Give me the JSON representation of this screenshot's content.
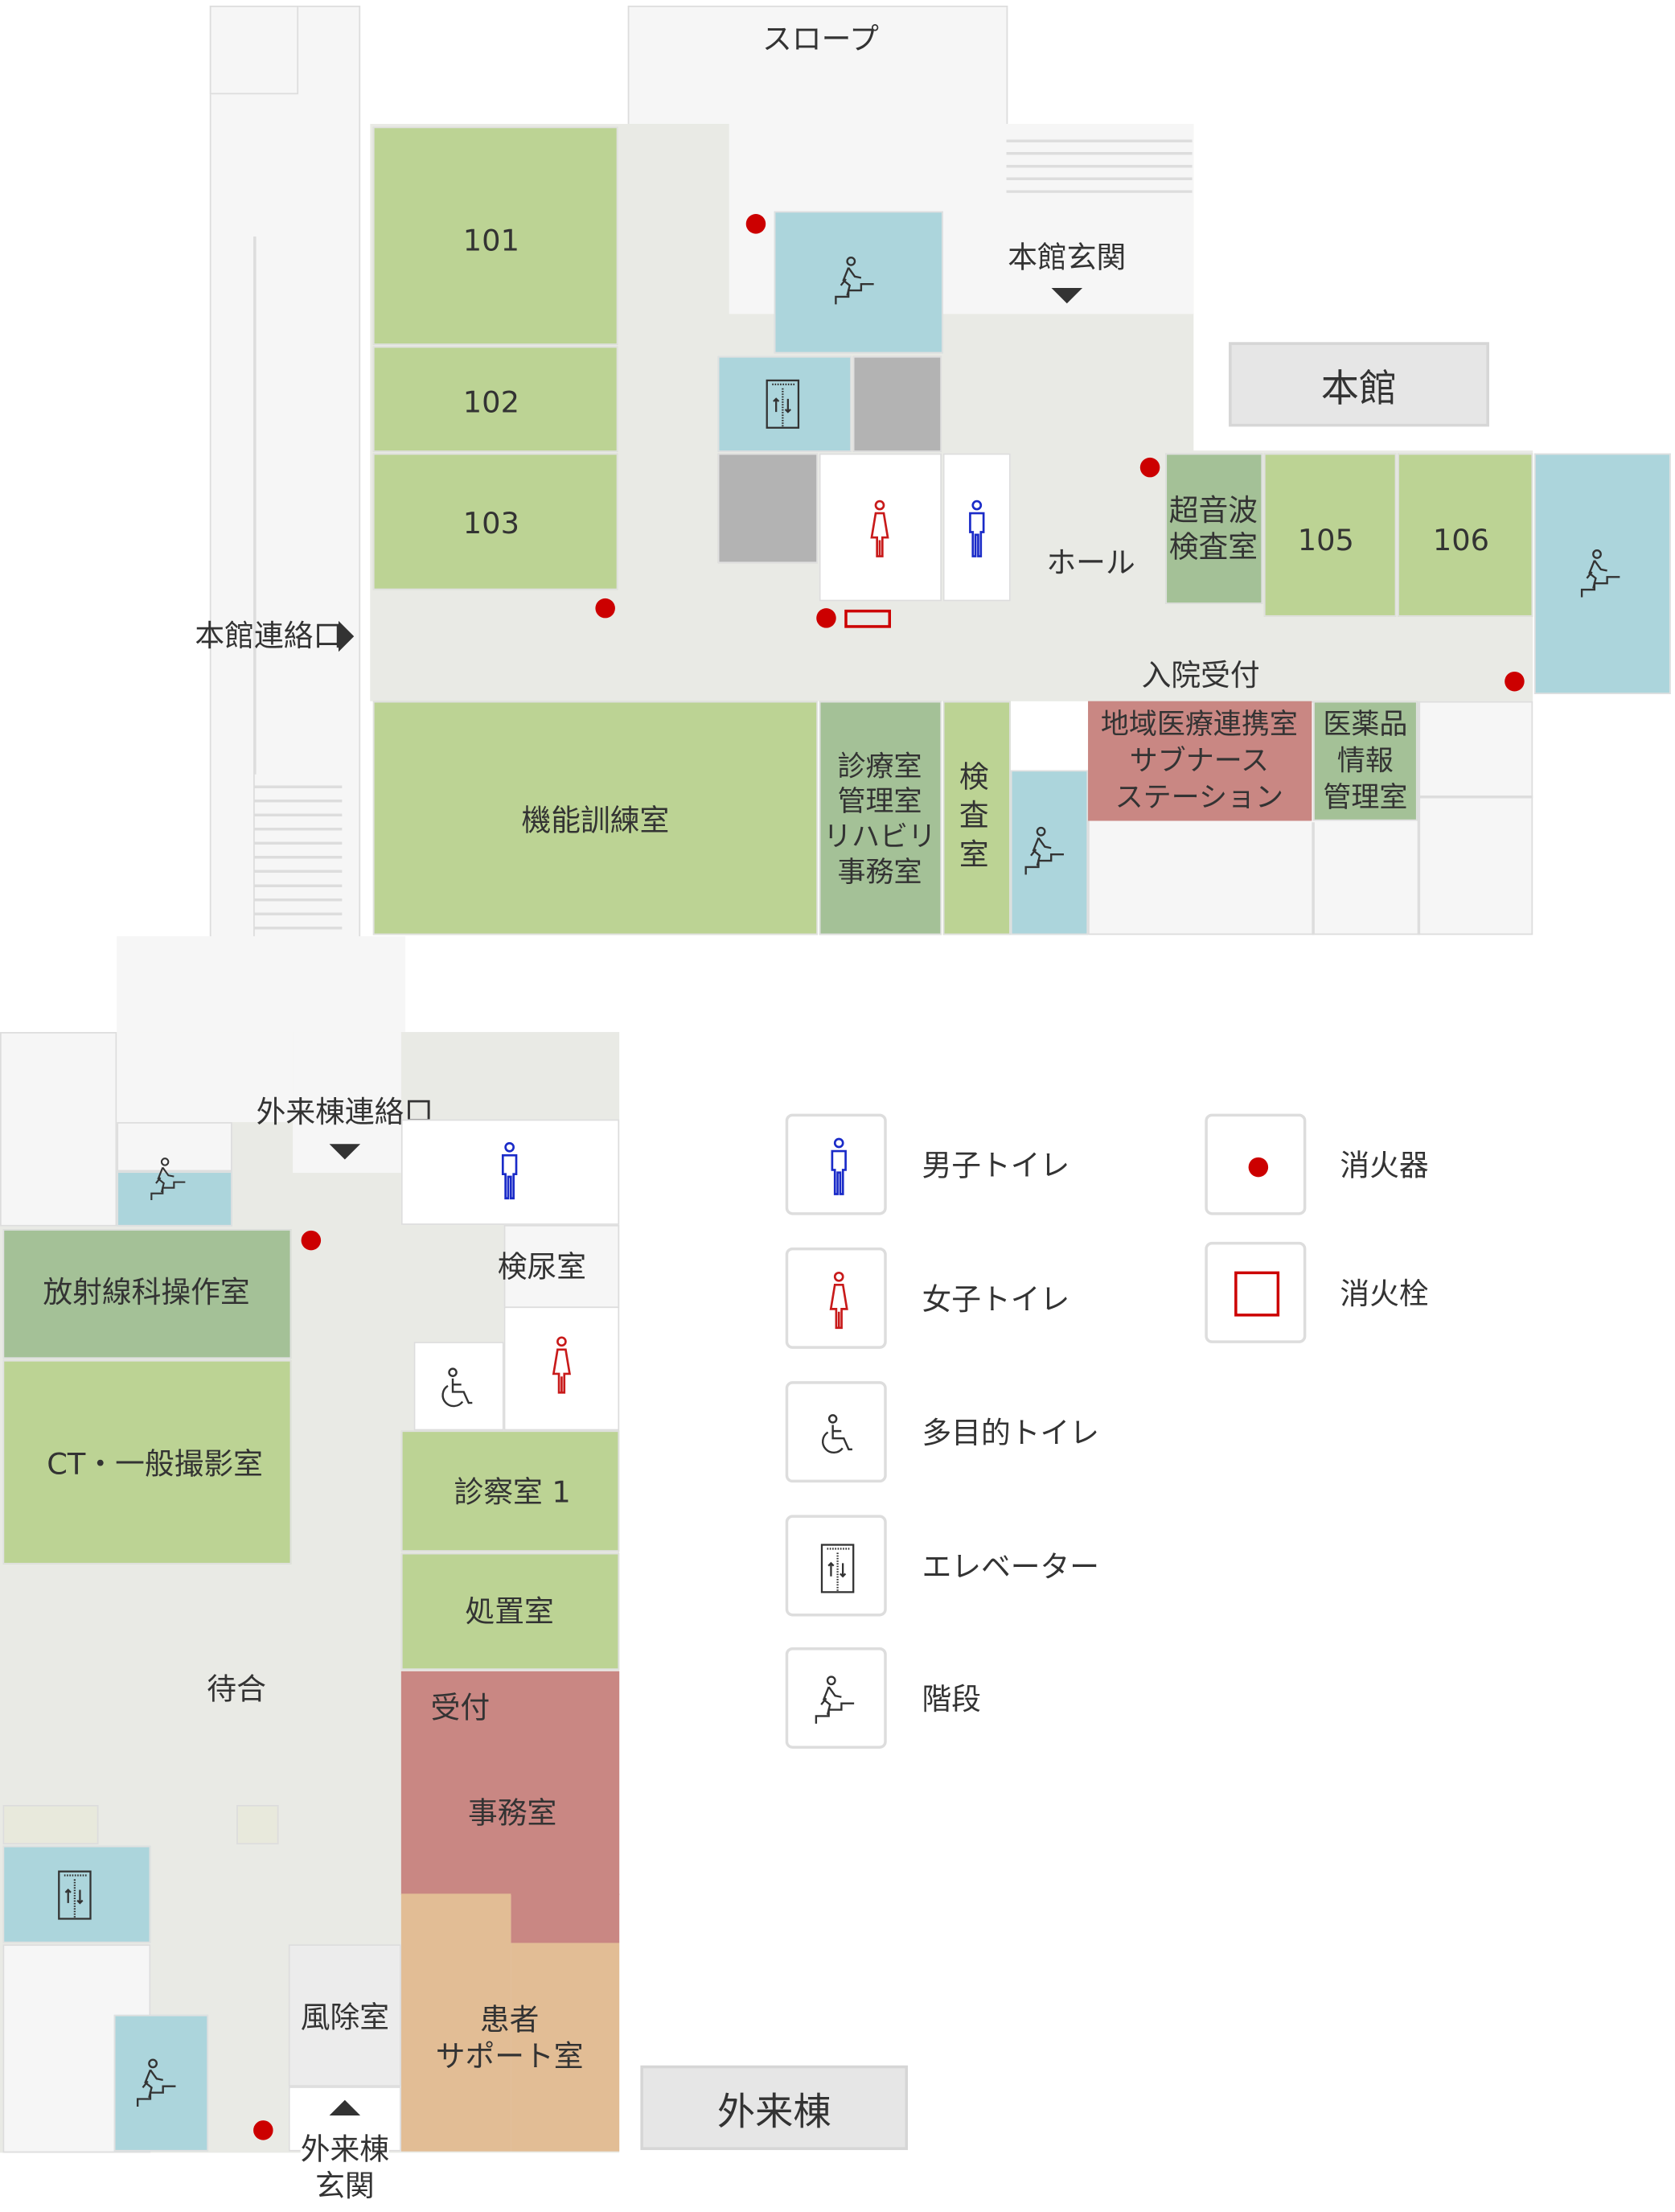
{
  "main_building": {
    "label": "本館",
    "slope": "スロープ",
    "entrance": "本館玄関",
    "link": "本館連絡口",
    "hall": "ホール",
    "admission": "入院受付",
    "rooms": {
      "r101": "101",
      "r102": "102",
      "r103": "103",
      "r105": "105",
      "r106": "106",
      "ultrasound": "超音波\n検査室",
      "training": "機能訓練室",
      "rehab_office": "診療室\n管理室\nリハビリ\n事務室",
      "exam": "検\n査\n室",
      "regional": "地域医療連携室\nサブナース\nステーション",
      "drug_info": "医薬品\n情報\n管理室"
    }
  },
  "outpatient_building": {
    "label": "外来棟",
    "link": "外来棟連絡口",
    "entrance": "外来棟\n玄関",
    "rooms": {
      "urine": "検尿室",
      "radiology_control": "放射線科操作室",
      "ct": "CT・一般撮影室",
      "exam1": "診察室 1",
      "treatment": "処置室",
      "reception": "受付",
      "office": "事務室",
      "waiting": "待合",
      "windbreak": "風除室",
      "patient_support": "患者\nサポート室"
    }
  },
  "legend": [
    {
      "icon": "male-toilet-icon",
      "label": "男子トイレ"
    },
    {
      "icon": "female-toilet-icon",
      "label": "女子トイレ"
    },
    {
      "icon": "multipurpose-toilet-icon",
      "label": "多目的トイレ"
    },
    {
      "icon": "elevator-icon",
      "label": "エレベーター"
    },
    {
      "icon": "stairs-icon",
      "label": "階段"
    },
    {
      "icon": "fire-extinguisher-icon",
      "label": "消火器"
    },
    {
      "icon": "fire-hydrant-icon",
      "label": "消火栓"
    }
  ],
  "colors": {
    "room": "#bcd394",
    "room_dark": "#a4c197",
    "stairs_elevator": "#acd5dc",
    "office": "#c98783",
    "support": "#e2bd95",
    "corridor": "#e9eae5",
    "extinguisher": "#cc0000",
    "male": "#1a2bc8",
    "female": "#c81a1a"
  }
}
